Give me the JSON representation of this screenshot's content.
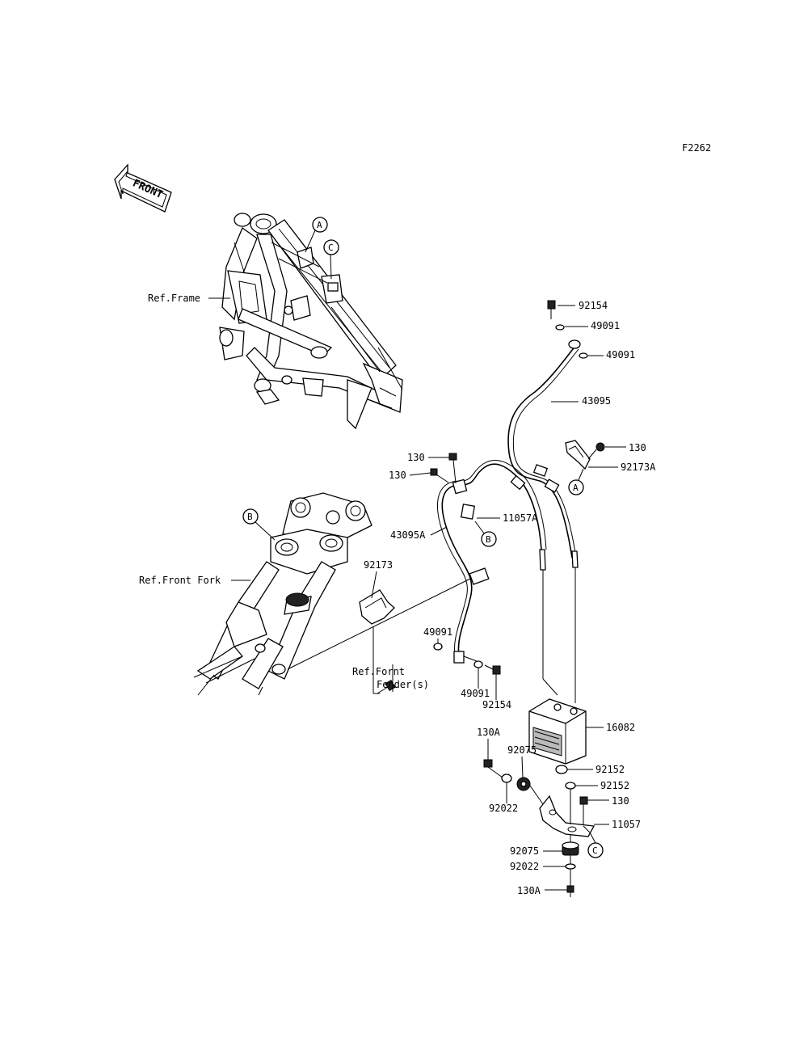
{
  "figure_code": "F2262",
  "front_arrow_label": "FRONT",
  "refs": {
    "frame": "Ref.Frame",
    "front_fork": "Ref.Front Fork",
    "fender_line1": "Ref.Fornt",
    "fender_line2": "Fender(s)"
  },
  "callouts": {
    "a_frame": "A",
    "c_frame": "C",
    "b_fork": "B",
    "b_hose": "B",
    "a_clamp": "A",
    "c_bracket": "C"
  },
  "parts": {
    "p92154_top": "92154",
    "p49091_top1": "49091",
    "p49091_top2": "49091",
    "p43095": "43095",
    "p130_right": "130",
    "p92173A": "92173A",
    "p130_a": "130",
    "p130_b": "130",
    "p11057A": "11057A",
    "p43095A": "43095A",
    "p92173": "92173",
    "p49091_left": "49091",
    "p49091_bottom": "49091",
    "p92154_bottom": "92154",
    "p16082": "16082",
    "p130A_top": "130A",
    "p92075_top": "92075",
    "p92152_a": "92152",
    "p92152_b": "92152",
    "p130_bracket": "130",
    "p92022_top": "92022",
    "p11057": "11057",
    "p92075_bottom": "92075",
    "p92022_bottom": "92022",
    "p130A_bottom": "130A"
  }
}
